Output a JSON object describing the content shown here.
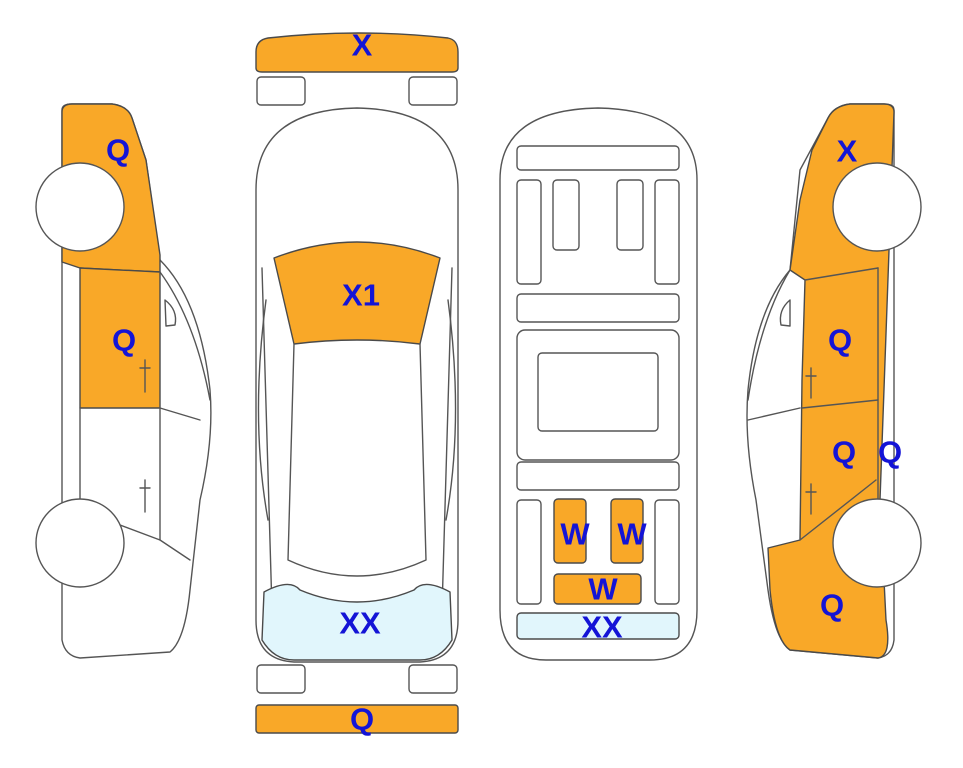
{
  "colors": {
    "damage": "#F9A828",
    "light": "#E1F6FC",
    "label": "#1414D6",
    "outline": "#555555"
  },
  "labels": {
    "front_bumper": "X",
    "rear_bumper": "Q",
    "hood_top": "X1",
    "rear_window": "XX",
    "left_front_fender": "Q",
    "left_front_door": "Q",
    "underside_panel_left": "W",
    "underside_panel_right": "W",
    "underside_center": "W",
    "underside_rear": "XX",
    "right_front_fender": "X",
    "right_front_door": "Q",
    "right_rear_door": "Q",
    "right_rocker": "Q",
    "right_rear_quarter": "Q"
  }
}
